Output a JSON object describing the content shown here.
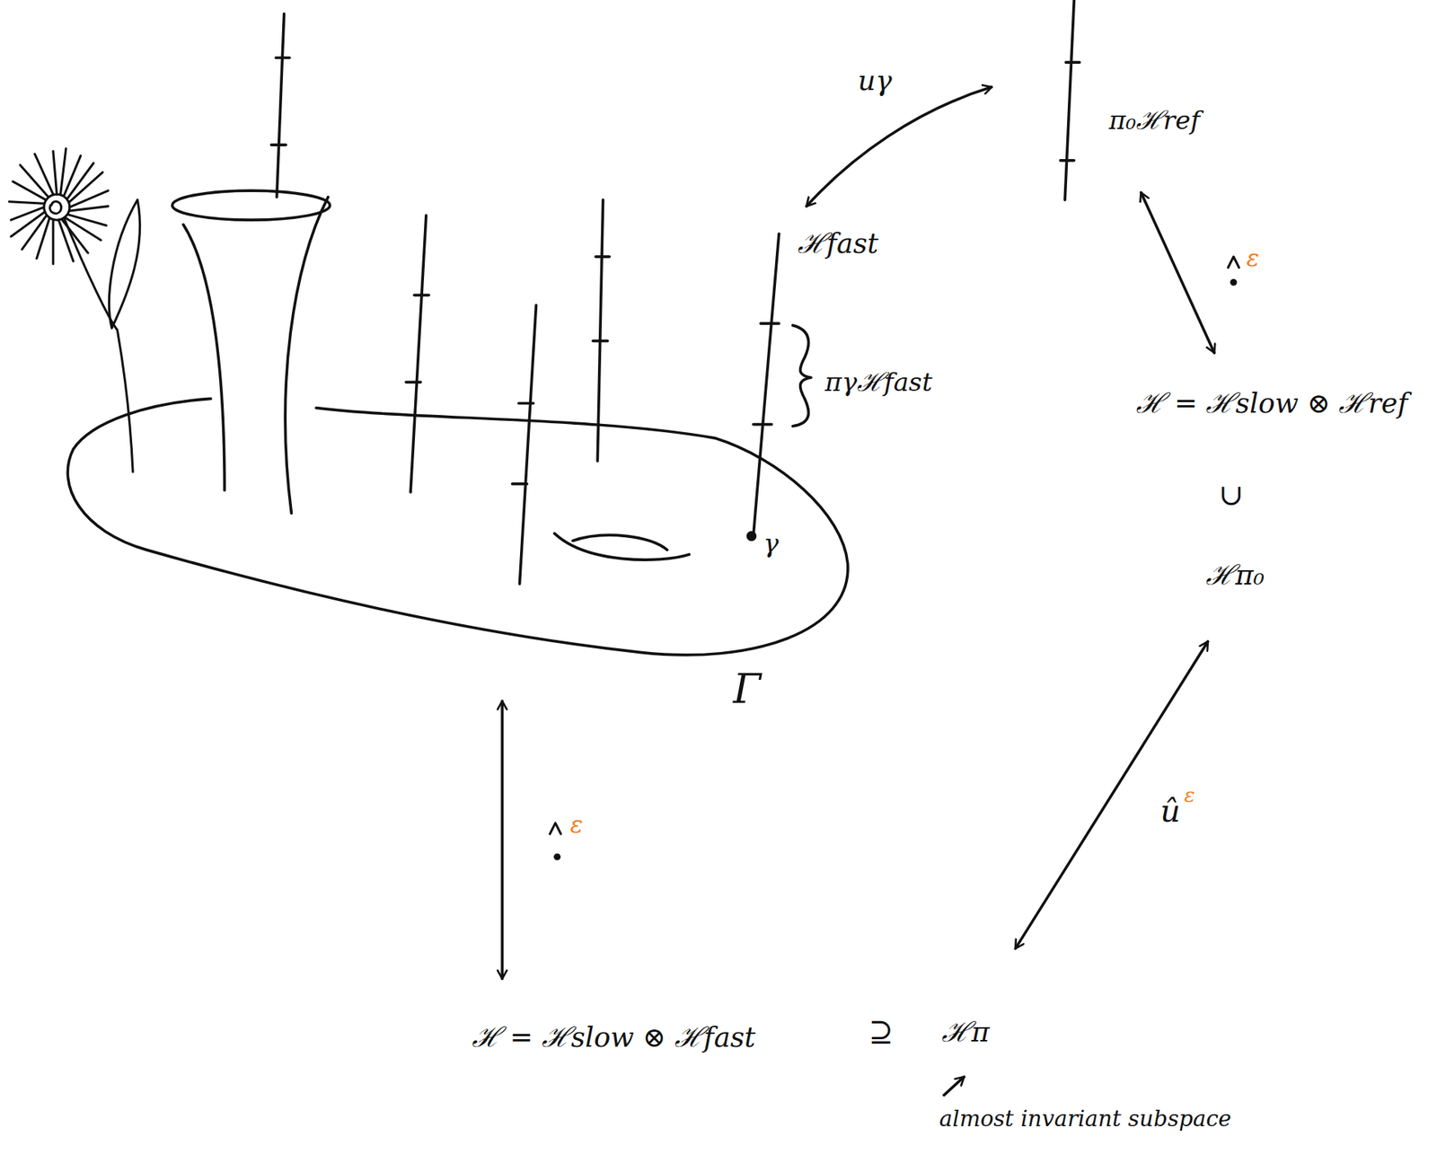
{
  "diagram": {
    "labels": [
      "uγ",
      "ℋfast",
      "π₀ℋref",
      "πγℋfast",
      "γ",
      "Γ",
      "ε",
      "ε",
      "û",
      "ε",
      "ℋ = ℋslow ⊗ ℋref",
      "∪",
      "ℋπ₀",
      "ℋ = ℋslow ⊗ ℋfast",
      "⊇",
      "ℋπ",
      "almost invariant subspace"
    ]
  }
}
